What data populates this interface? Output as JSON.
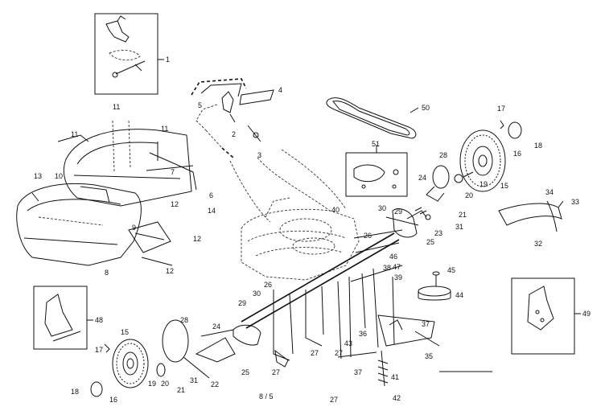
{
  "page_number": "8 / 5",
  "callouts": {
    "c1": "1",
    "c2": "2",
    "c3": "3",
    "c4": "4",
    "c5": "5",
    "c6": "6",
    "c7": "7",
    "c8": "8",
    "c9": "9",
    "c10": "10",
    "c11a": "11",
    "c11b": "11",
    "c11c": "11",
    "c12a": "12",
    "c12b": "12",
    "c12c": "12",
    "c13": "13",
    "c14": "14",
    "c15a": "15",
    "c15b": "15",
    "c16a": "16",
    "c16b": "16",
    "c17a": "17",
    "c17b": "17",
    "c18a": "18",
    "c18b": "18",
    "c19a": "19",
    "c19b": "19",
    "c20a": "20",
    "c20b": "20",
    "c21a": "21",
    "c21b": "21",
    "c22": "22",
    "c23": "23",
    "c24a": "24",
    "c24b": "24",
    "c25a": "25",
    "c25b": "25",
    "c26a": "26",
    "c26b": "26",
    "c27a": "27",
    "c27b": "27",
    "c27c": "27",
    "c27d": "27",
    "c28a": "28",
    "c28b": "28",
    "c29a": "29",
    "c29b": "29",
    "c30a": "30",
    "c30b": "30",
    "c31a": "31",
    "c31b": "31",
    "c32": "32",
    "c33": "33",
    "c34": "34",
    "c35": "35",
    "c36": "36",
    "c37a": "37",
    "c37b": "37",
    "c38": "38",
    "c39": "39",
    "c40": "40",
    "c41": "41",
    "c42": "42",
    "c43": "43",
    "c44": "44",
    "c45": "45",
    "c46": "46",
    "c47": "47",
    "c48": "48",
    "c49": "49",
    "c50": "50",
    "c51": "51"
  }
}
